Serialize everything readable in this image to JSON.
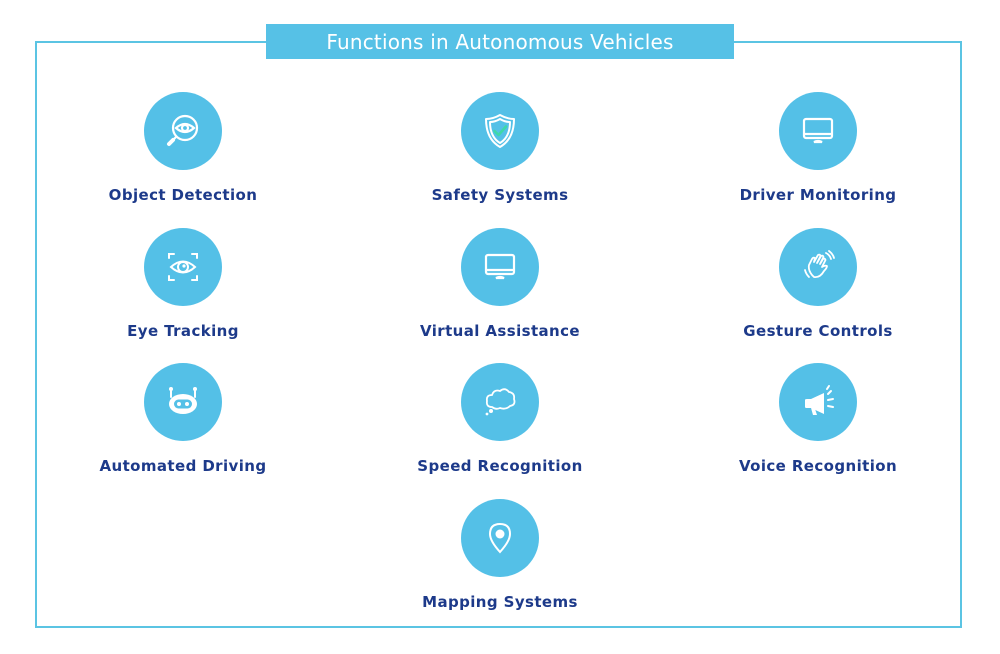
{
  "title": "Functions in Autonomous Vehicles",
  "colors": {
    "accent": "#56c1e6",
    "label": "#1d3a8a",
    "frame": "#5bc4e3",
    "check": "#3fd9a8"
  },
  "items": [
    {
      "label": "Object Detection",
      "icon": "eye-magnifier-icon"
    },
    {
      "label": "Safety Systems",
      "icon": "shield-check-icon"
    },
    {
      "label": "Driver Monitoring",
      "icon": "monitor-icon"
    },
    {
      "label": "Eye Tracking",
      "icon": "eye-scan-icon"
    },
    {
      "label": "Virtual Assistance",
      "icon": "monitor-icon"
    },
    {
      "label": "Gesture Controls",
      "icon": "waving-hand-icon"
    },
    {
      "label": "Automated Driving",
      "icon": "robot-head-icon"
    },
    {
      "label": "Speed Recognition",
      "icon": "thought-bubble-icon"
    },
    {
      "label": "Voice Recognition",
      "icon": "megaphone-icon"
    },
    {
      "label": "Mapping Systems",
      "icon": "map-pin-icon"
    }
  ]
}
